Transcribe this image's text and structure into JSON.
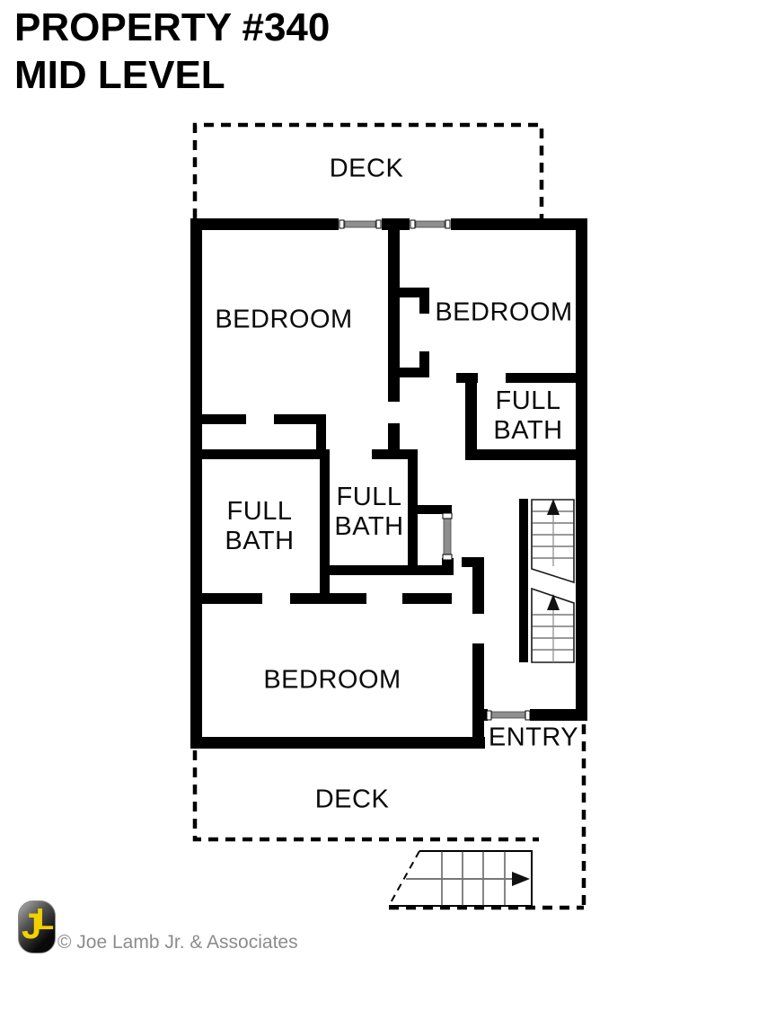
{
  "title": {
    "line1": "PROPERTY #340",
    "line2": "MID LEVEL"
  },
  "plan": {
    "deck_top": "DECK",
    "deck_bottom": "DECK",
    "bedroom_top_left": "BEDROOM",
    "bedroom_top_right": "BEDROOM",
    "bedroom_bottom": "BEDROOM",
    "bath_top_right": {
      "line1": "FULL",
      "line2": "BATH"
    },
    "bath_left": {
      "line1": "FULL",
      "line2": "BATH"
    },
    "bath_middle": {
      "line1": "FULL",
      "line2": "BATH"
    },
    "entry": "ENTRY"
  },
  "footer": {
    "logo_j": "J",
    "logo_l": "L",
    "credit": "© Joe Lamb Jr. & Associates"
  },
  "colors": {
    "wall": "#000000",
    "door_gray": "#8f8f8f",
    "logo_yellow": "#f2d000",
    "credit_gray": "#8c8c8c"
  }
}
